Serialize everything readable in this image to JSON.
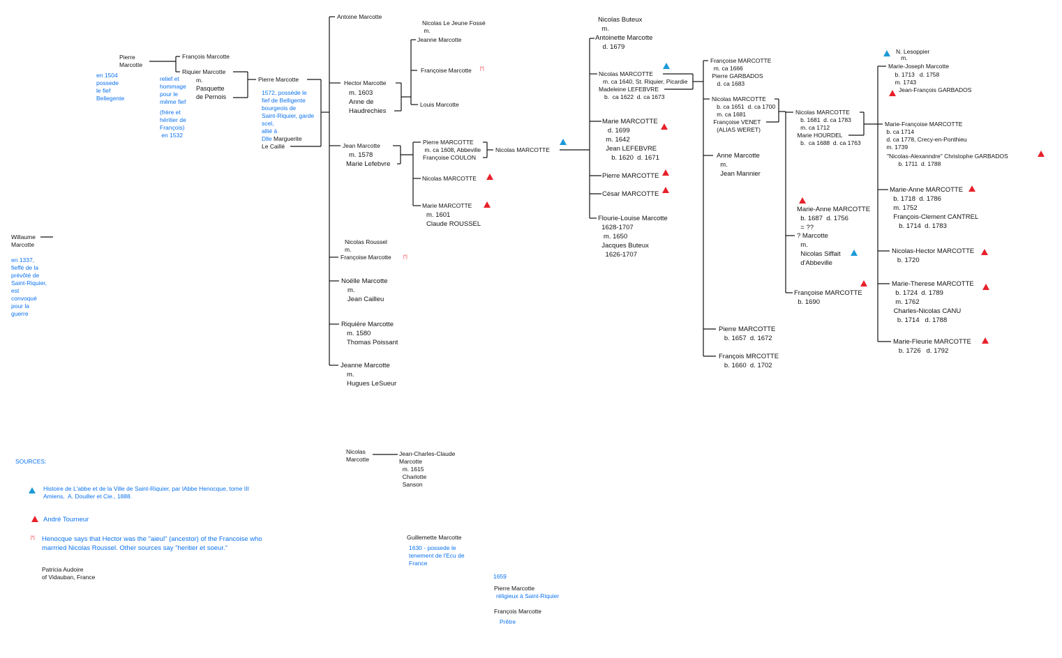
{
  "colors": {
    "text": "#111111",
    "note_blue": "#0a72f0",
    "source_red": "#e8202a",
    "source_blue": "#1a9ad6"
  },
  "marker": "[*]",
  "gen0": {
    "willaume": "Willaume\nMarcotte",
    "willaume_note": "en 1337,\nfieffé de la\nprévôté de\nSaint-Riquier,\nest\nconvoqué\npour la\nguerre"
  },
  "gen1": {
    "pierre": "Pierre\nMarcotte",
    "pierre_note": "en 1504\npossede\nle fief\nBellegente"
  },
  "gen2": {
    "francois": "François Marcotte",
    "riquier": "Riquier Marcotte",
    "riquier_m": "m.",
    "riquier_spouse": "Pasquette\nde Pernois",
    "riquier_note1": "relief et\nhommage\npour le\nmême fief",
    "riquier_note2": "(frère et\nhéritier de\nFrançois)\n en 1532"
  },
  "gen3": {
    "pierre": "Pierre Marcotte",
    "pierre_note": "1572, possède le\nfief de Belligente\nbourgeois de\nSaint-Riquier, garde\nscel,\nallié à",
    "pierre_dlle": "Dlle",
    "pierre_spouse1": " Marguerite",
    "pierre_spouse2": "Le Caillé"
  },
  "gen4": {
    "antoine": "Antoine Marcotte",
    "hector": "Hector Marcotte",
    "hector_m": "m. 1603\nAnne de\nHaudrechies",
    "jean": "Jean Marcotte",
    "jean_m": "m. 1578",
    "jean_spouse": "Marie Lefebvre",
    "francoise_spouse": "Nicolas Roussel\nm.",
    "francoise": "Françoise Marcotte",
    "noelle": "Noëlle Marcotte",
    "noelle_m": "m.\nJean Cailleu",
    "riquiere": "Riquière Marcotte",
    "riquiere_m": "m. 1580\nThomas Poissant",
    "jeanne": "Jeanne Marcotte",
    "jeanne_m": "m.\nHugues LeSueur"
  },
  "gen5": {
    "jeanne_spouse": "Nicolas Le Jeune Fossé\n m.",
    "jeanne": "Jeanne Marcotte",
    "francoise": "Françoise Marcotte",
    "louis": "Louis Marcotte",
    "pierre": "Pierre MARCOTTE\n m. ca 1608, Abbeville\nFrançoise COULON",
    "nicolas": "Nicolas MARCOTTE",
    "marie": "Marie MARCOTTE",
    "marie_m": "m. 1601\nClaude ROUSSEL"
  },
  "gen6": {
    "nicolas": "Nicolas MARCOTTE"
  },
  "gen7": {
    "antoinette_spouse": "Nicolas Buteux\n  m.",
    "antoinette": "Antoinette Marcotte\n    d. 1679",
    "nicolas": "Nicolas MARCOTTE",
    "nicolas_m": "m. ca 1640, St. Riquier, Picardie",
    "nicolas_spouse": "Madeleine LEFEBVRE",
    "nicolas_dates": "b.  ca 1622  d. ca 1673",
    "marie": "Marie MARCOTTE\n   d. 1699\n  m. 1642\n  Jean LEFEBVRE\n     b. 1620  d. 1671",
    "pierre": "Pierre MARCOTTE",
    "cesar": "César MARCOTTE",
    "flourie": "Flourie-Louise Marcotte\n  1628-1707\n   m. 1650\n  Jacques Buteux\n    1626-1707"
  },
  "gen8": {
    "francoise": "Françoise MARCOTTE\n  m. ca 1666\n Pierre GARBADOS\n    d. ca 1683",
    "nicolas": "Nicolas MARCOTTE\n   b. ca 1651  d. ca 1700\n   m. ca 1681\n Françoise VENET\n   (ALIAS WERET)",
    "anne": "Anne Marcotte\n  m.\n  Jean Mannier",
    "pierre": "Pierre MARCOTTE\n   b. 1657  d. 1672",
    "francois": "François MRCOTTE\n   b. 1660  d. 1702"
  },
  "gen9": {
    "nicolas": "Nicolas MARCOTTE\n   b. 1681  d. ca 1783\n   m. ca 1712\n Marie HOURDEL\n   b.  ca 1688  d. ca 1763",
    "marie_anne": "Marie-Anne MARCOTTE\n  b. 1687  d. 1756\n  = ??",
    "unknown": "? Marcotte\n  m.\n  Nicolas Siffait\n  d'Abbeville",
    "francoise": "Françoise MARCOTTE\n  b. 1690"
  },
  "gen10": {
    "marie_joseph_spouse": "N. Lesoppier\n   m.",
    "marie_joseph": "Marie-Joseph Marcotte\n    b. 1713   d. 1758\n    m. 1743",
    "marie_joseph_spouse2": "Jean-François GARBADOS",
    "marie_francoise": "Marie-Françoise MARCOTTE\n b. ca 1714\n d. ca 1778, Crecy-en-Ponthieu\n m. 1739",
    "marie_francoise_spouse": "\"Nicolas-Alexanndre\" Christophe GARBADOS\n       b. 1711  d. 1788",
    "marie_anne": "Marie-Anne MARCOTTE\n  b. 1718  d. 1786\n  m. 1752\n  François-Clement CANTREL\n     b. 1714  d. 1783",
    "nicolas_hector": "Nicolas-Hector MARCOTTE\n   b. 1720",
    "marie_therese": "Marie-Therese MARCOTTE\n  b. 1724  d. 1789\n  m. 1762\n Charles-Nicolas CANU\n   b. 1714   d. 1788",
    "marie_fleurie": "Marie-Fleurie MARCOTTE\n   b. 1726   d. 1792"
  },
  "other": {
    "nicolas": "Nicolas\nMarcotte",
    "jean_charles": "Jean-Charles-Claude\nMarcotte\n  m. 1615\n  Charlotte\n  Sanson",
    "guillemette": "Guillemette Marcotte",
    "guillemette_note": "1630 - possede le\ntenement de l'Ecu de\nFrance",
    "year_1659": "1659",
    "pierre": "Pierre Marcotte",
    "pierre_note": "réligieux à Saint-Riquier",
    "francois": "François Marcotte",
    "francois_note": "Prêtre"
  },
  "sources": {
    "title": "SOURCES:",
    "blue_source": "Histoire de L'abbe et de la Ville de Saint-Riquier, par lAbbe Henocque, tome III\nAmiens,  A. Douiller et Cie., 1888.",
    "red_source": "André Tourneur",
    "note": "Henocque says that Hector was the \"aieul\" (ancestor) of the Francoise who\nmarrried Nicolas Roussel. Other sources say \"heritier et soeur.\"",
    "author": "Patricia Audoire\nof Vidauban, France"
  }
}
